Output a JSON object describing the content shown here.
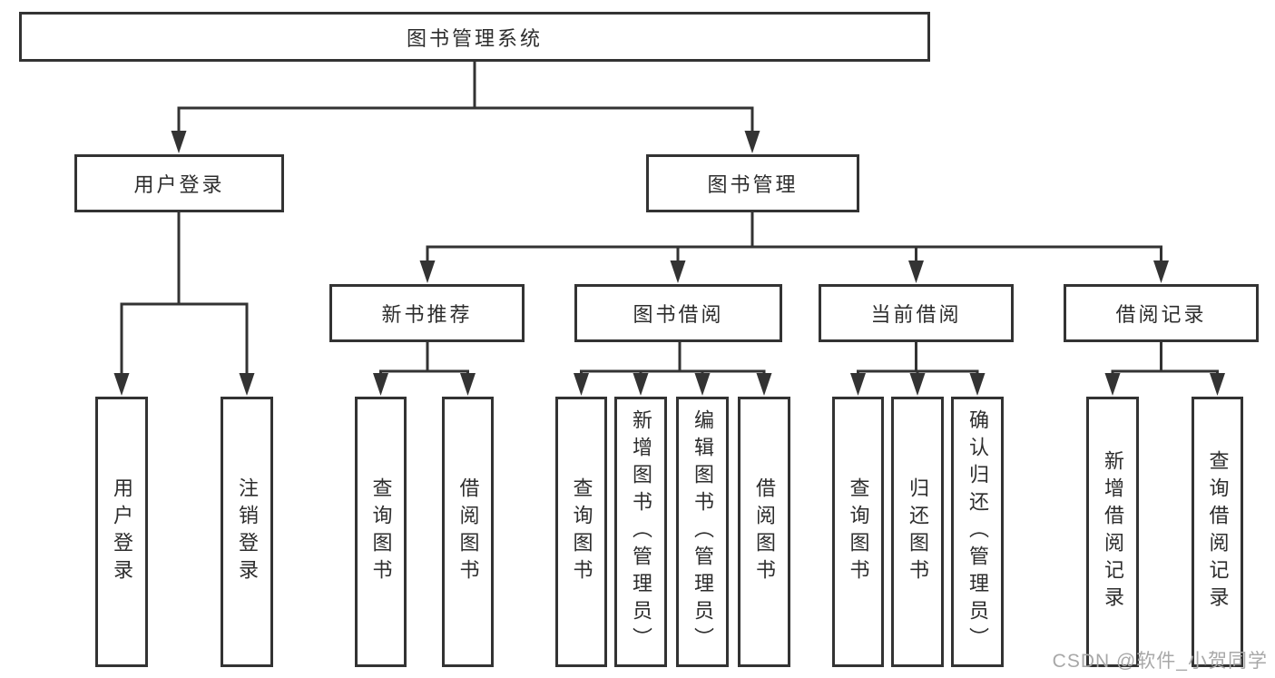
{
  "tree": {
    "root": {
      "label": "图书管理系统"
    },
    "branches": [
      {
        "label": "用户登录",
        "children": [
          {
            "label": "用户登录"
          },
          {
            "label": "注销登录"
          }
        ]
      },
      {
        "label": "图书管理",
        "sections": [
          {
            "label": "新书推荐",
            "children": [
              {
                "label": "查询图书"
              },
              {
                "label": "借阅图书"
              }
            ]
          },
          {
            "label": "图书借阅",
            "children": [
              {
                "label": "查询图书"
              },
              {
                "label": "新增图书（管理员）"
              },
              {
                "label": "编辑图书（管理员）"
              },
              {
                "label": "借阅图书"
              }
            ]
          },
          {
            "label": "当前借阅",
            "children": [
              {
                "label": "查询图书"
              },
              {
                "label": "归还图书"
              },
              {
                "label": "确认归还（管理员）"
              }
            ]
          },
          {
            "label": "借阅记录",
            "children": [
              {
                "label": "新增借阅记录"
              },
              {
                "label": "查询借阅记录"
              }
            ]
          }
        ]
      }
    ]
  },
  "watermark": "CSDN @软件_小贺同学",
  "colors": {
    "line": "#333333",
    "box_border": "#333333",
    "text": "#2d2d2d",
    "watermark": "#a8a8a8",
    "background": "#ffffff"
  }
}
